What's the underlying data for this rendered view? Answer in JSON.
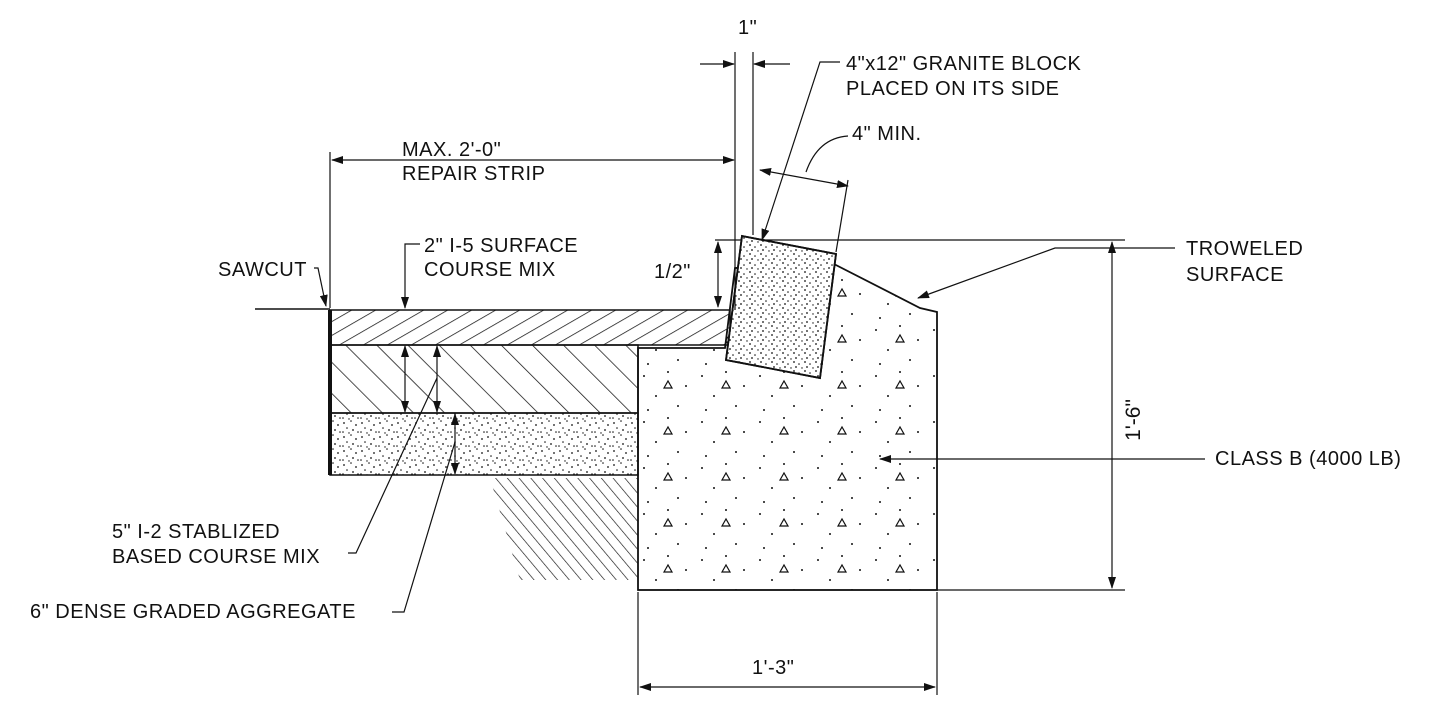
{
  "labels": {
    "one_inch": "1\"",
    "granite_l1": "4\"x12\" GRANITE BLOCK",
    "granite_l2": "PLACED ON ITS SIDE",
    "four_min": "4\" MIN.",
    "max_l1": "MAX. 2'-0\"",
    "max_l2": "REPAIR STRIP",
    "surface_l1": "2\" I-5 SURFACE",
    "surface_l2": "COURSE MIX",
    "sawcut": "SAWCUT",
    "half_inch": "1/2\"",
    "troweled_l1": "TROWELED",
    "troweled_l2": "SURFACE",
    "height_dim": "1'-6\"",
    "class_b": "CLASS B (4000 LB)",
    "base_l1": "5\" I-2 STABLIZED",
    "base_l2": "BASED COURSE MIX",
    "aggregate": "6\" DENSE GRADED AGGREGATE",
    "width_dim": "1'-3\""
  }
}
